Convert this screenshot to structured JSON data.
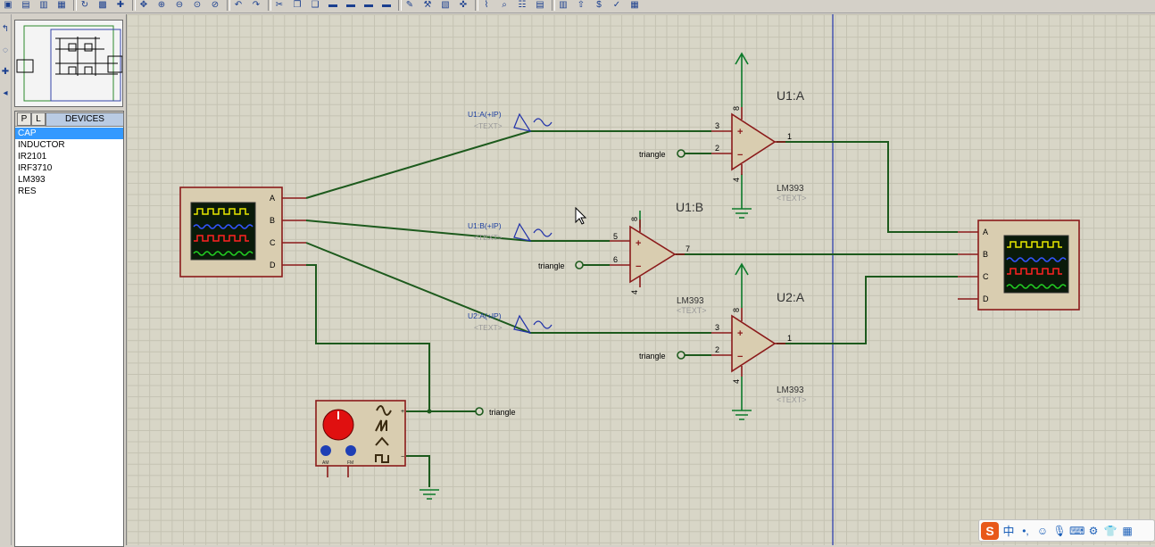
{
  "window": {
    "title": ""
  },
  "toolbar_icons": [
    "save-icon",
    "open-icon",
    "import-icon",
    "print-icon",
    "refresh-icon",
    "grid-icon",
    "origin-icon",
    "pan-icon",
    "zoom-in-icon",
    "zoom-out-icon",
    "zoom-all-icon",
    "zoom-area-icon",
    "undo-icon",
    "redo-icon",
    "cut-icon",
    "copy-icon",
    "paste-icon",
    "block-copy-icon",
    "block-move-icon",
    "block-rotate-icon",
    "block-delete-icon",
    "pick-icon",
    "make-device-icon",
    "packaging-icon",
    "decompose-icon",
    "wire-autorouter-icon",
    "search-tag-icon",
    "property-assign-icon",
    "new-sheet-icon",
    "remove-sheet-icon",
    "exit-to-parent-icon",
    "bom-icon",
    "erc-icon",
    "netlist-icon"
  ],
  "device_panel": {
    "tab_p": "P",
    "tab_l": "L",
    "title": "DEVICES",
    "items": [
      "CAP",
      "INDUCTOR",
      "IR2101",
      "IRF3710",
      "LM393",
      "RES"
    ],
    "selected": "CAP"
  },
  "schematic": {
    "left_scope": {
      "channels": [
        "A",
        "B",
        "C",
        "D"
      ]
    },
    "right_scope": {
      "channels": [
        "A",
        "B",
        "C",
        "D"
      ]
    },
    "generators": [
      {
        "label": "U1:A(+IP)",
        "text": "<TEXT>"
      },
      {
        "label": "U1:B(+IP)",
        "text": "<TEXT>"
      },
      {
        "label": "U2:A(+IP)",
        "text": "<TEXT>"
      }
    ],
    "opamps": [
      {
        "ref": "U1:A",
        "part": "LM393",
        "text": "<TEXT>",
        "pin_plus": "3",
        "pin_minus": "2",
        "pin_out": "1",
        "pin_vcc": "8",
        "pin_gnd": "4"
      },
      {
        "ref": "U1:B",
        "part": "LM393",
        "text": "<TEXT>",
        "pin_plus": "5",
        "pin_minus": "6",
        "pin_out": "7",
        "pin_vcc": "8",
        "pin_gnd": "4"
      },
      {
        "ref": "U2:A",
        "part": "LM393",
        "text": "<TEXT>",
        "pin_plus": "3",
        "pin_minus": "2",
        "pin_out": "1",
        "pin_vcc": "8",
        "pin_gnd": "4"
      }
    ],
    "terminal_label": "triangle",
    "signal_gen": {
      "knob_label_1": "AM",
      "knob_label_2": "FM"
    },
    "colors": {
      "wire": "#1d5a1d",
      "part_outline": "#8b1a1a",
      "part_fill": "#d9cdb0",
      "power": "#0c7a2a"
    }
  },
  "ime": {
    "logo": "S",
    "lang": "中",
    "icons": [
      "punct-icon",
      "emoji-icon",
      "mic-icon",
      "keyboard-icon",
      "toolbox-icon",
      "shirt-icon",
      "grid-icon"
    ]
  }
}
